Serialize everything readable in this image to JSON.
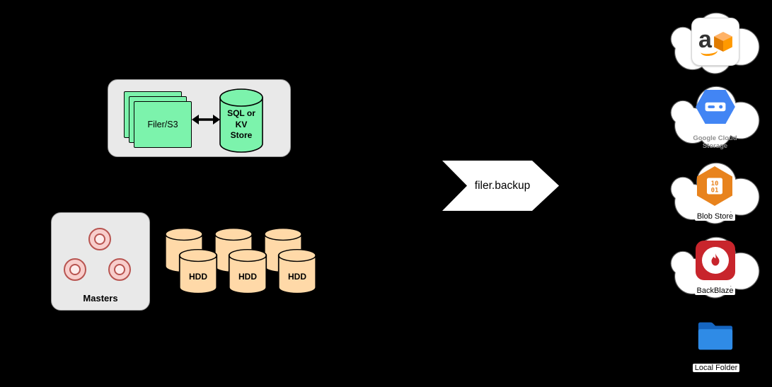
{
  "colors": {
    "box": "#E9E9E9",
    "green": "#7CF3AC",
    "tan": "#FFD9A8",
    "pink": "#F8CECC",
    "pink-border": "#B85450",
    "aws-orange": "#FF9900",
    "gcs-blue": "#4285F4",
    "blob-orange": "#E8831D",
    "backblaze-red": "#C8252C",
    "folder-blue": "#2F8BE6",
    "folder-dark": "#1565C0"
  },
  "filer_cluster": {
    "filer_label": "Filer/S3",
    "store_label": "SQL or\nKV\nStore"
  },
  "masters": {
    "label": "Masters"
  },
  "volumes": {
    "labels": [
      "HDD",
      "HDD",
      "HDD"
    ]
  },
  "backup": {
    "label": "filer.backup"
  },
  "destinations": {
    "aws": {
      "letter": "a"
    },
    "gcs": {
      "label": "Google Cloud\nStorage"
    },
    "blob": {
      "label": "Blob Store",
      "digits_top": "10",
      "digits_bottom": "01"
    },
    "backblaze": {
      "label": "BackBlaze"
    },
    "local": {
      "label": "Local Folder"
    }
  },
  "icons": {
    "exchange-arrow": "double-headed-arrow",
    "aws-cube": "isometric-cube",
    "gcs-hexagon": "blue-hexagon",
    "blob-hexagon": "orange-hexagon",
    "backblaze-flame": "flame",
    "local-folder": "folder",
    "cloud": "cloud-outline"
  }
}
